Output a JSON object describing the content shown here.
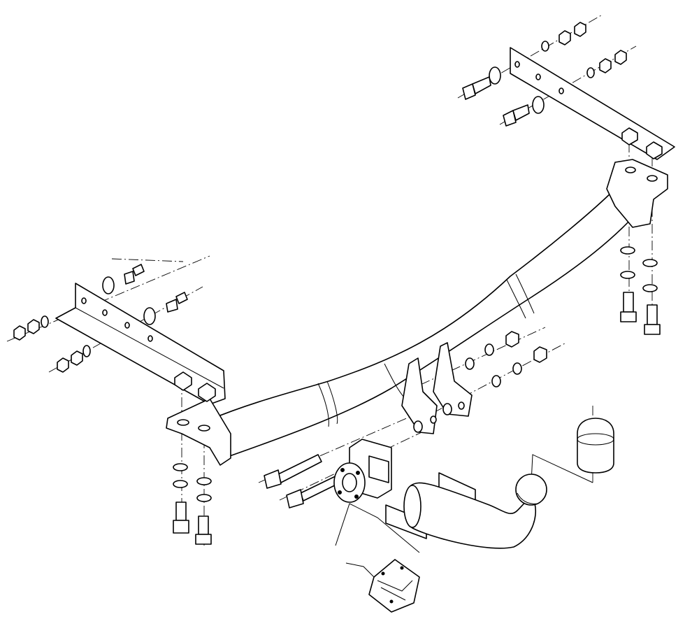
{
  "diagram": {
    "kind": "exploded-assembly-drawing",
    "line_color": "#000000",
    "background": "#ffffff",
    "parts": [
      {
        "name": "crossbar-tube"
      },
      {
        "name": "left-mounting-bracket"
      },
      {
        "name": "right-mounting-bracket"
      },
      {
        "name": "tow-ball-neck"
      },
      {
        "name": "tow-ball-cover"
      },
      {
        "name": "socket-plate"
      },
      {
        "name": "wiring-connector"
      },
      {
        "name": "bolt-set"
      },
      {
        "name": "washer-set"
      },
      {
        "name": "nut-set"
      }
    ]
  }
}
